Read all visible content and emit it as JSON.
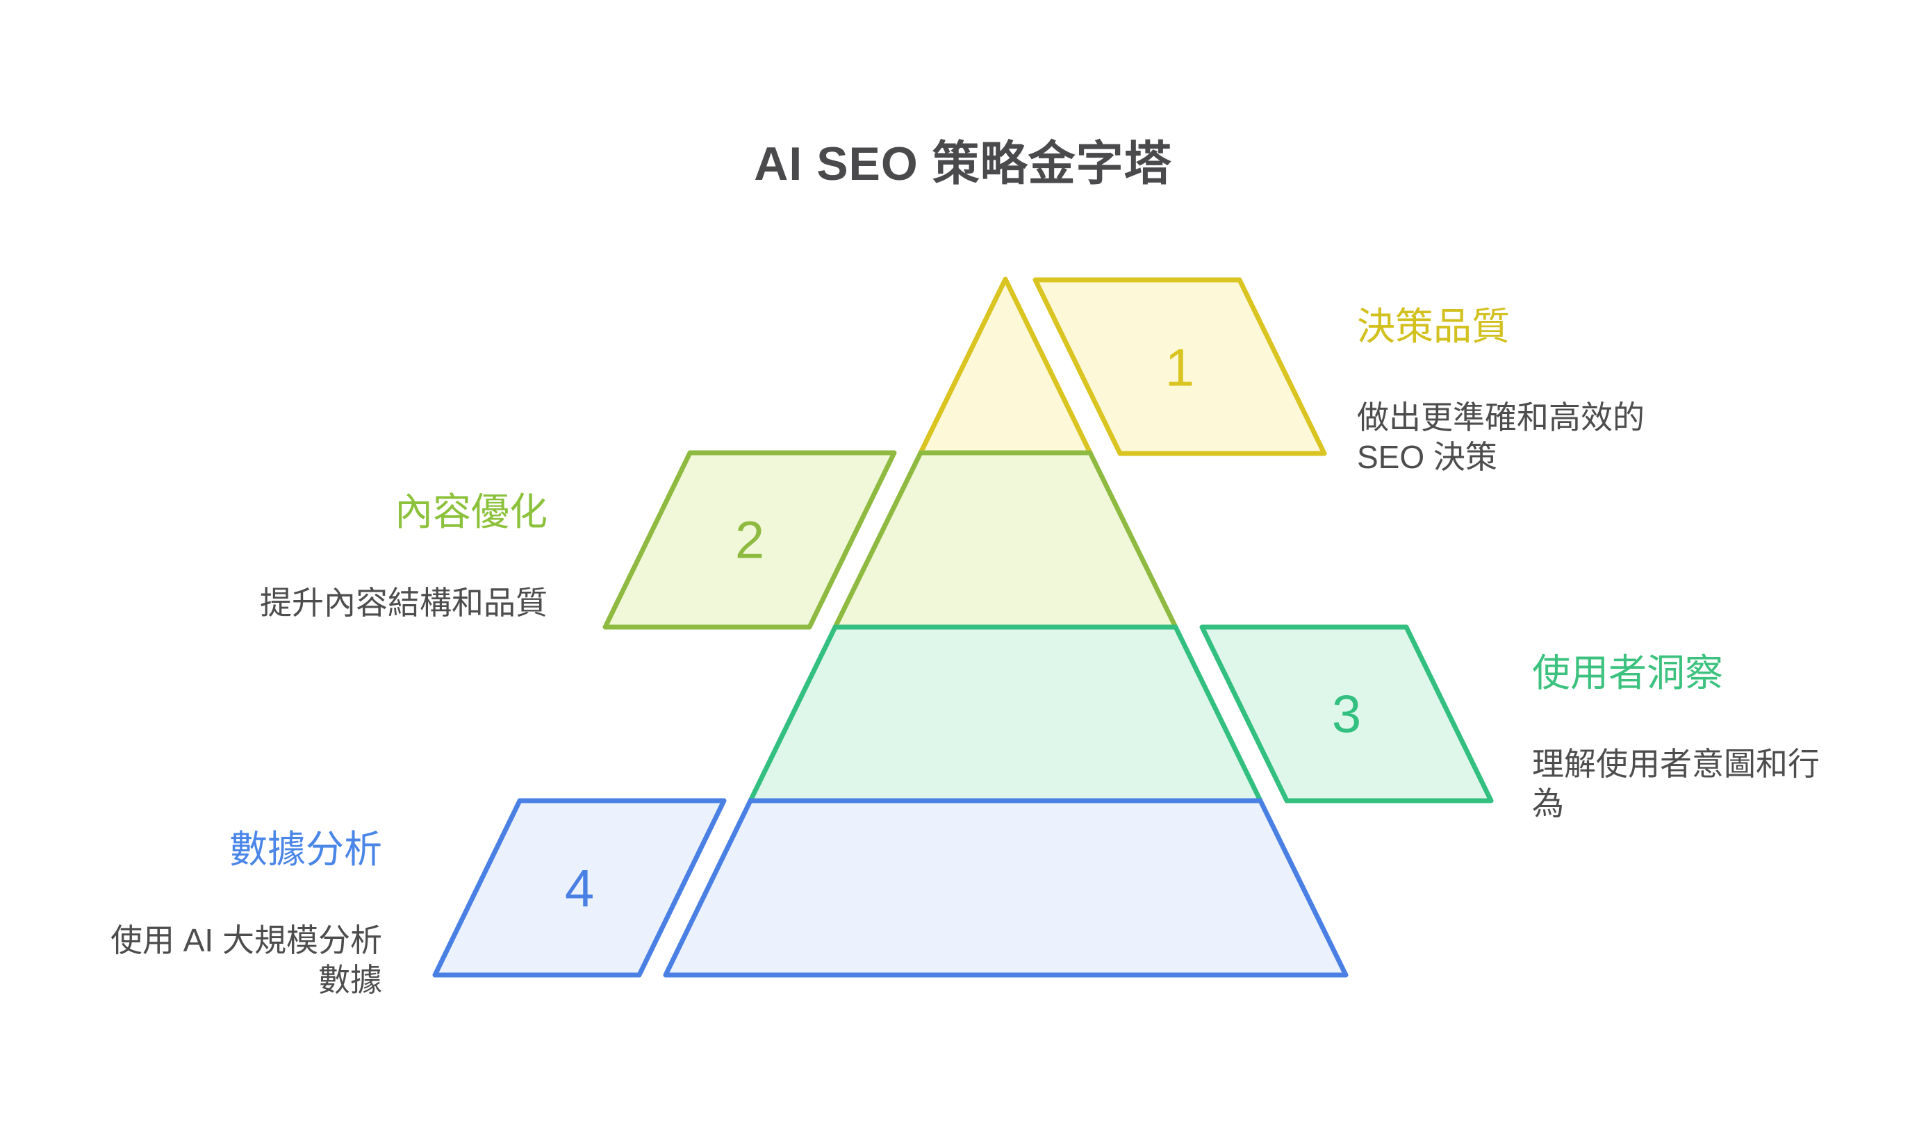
{
  "title": "AI SEO 策略金字塔",
  "title_color": "#4a4a4c",
  "text_color": "#4d4d4d",
  "background": "#ffffff",
  "levels": [
    {
      "number": "1",
      "label": "決策品質",
      "description": "做出更準確和高效的\nSEO 決策",
      "label_color": "#d2c01e",
      "stroke": "#d9c422",
      "fill": "#fdf8d8",
      "callout_side": "right"
    },
    {
      "number": "2",
      "label": "內容優化",
      "description": "提升內容結構和品質",
      "label_color": "#8cc13c",
      "stroke": "#8fba41",
      "fill": "#f1f8d9",
      "callout_side": "left"
    },
    {
      "number": "3",
      "label": "使用者洞察",
      "description": "理解使用者意圖和行\n為",
      "label_color": "#3cc27e",
      "stroke": "#33bf80",
      "fill": "#dff7eb",
      "callout_side": "right"
    },
    {
      "number": "4",
      "label": "數據分析",
      "description": "使用 AI 大規模分析\n數據",
      "label_color": "#4a86e8",
      "stroke": "#4a80e4",
      "fill": "#ecf2fd",
      "callout_side": "left"
    }
  ]
}
